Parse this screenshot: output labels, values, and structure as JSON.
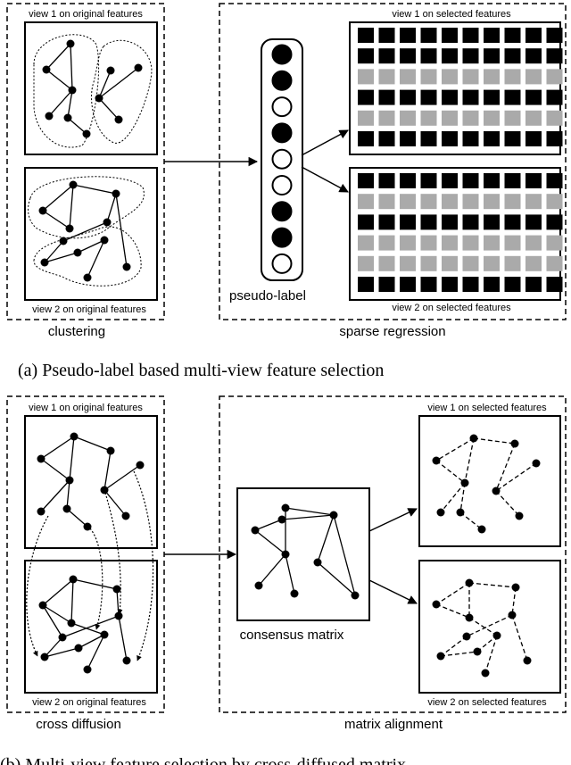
{
  "part_a": {
    "view1_original": "view 1 on original features",
    "view2_original": "view 2 on original features",
    "view1_selected": "view 1 on selected features",
    "view2_selected": "view 2 on selected features",
    "pseudo_label": "pseudo-label",
    "left_caption": "clustering",
    "right_caption": "sparse regression",
    "figure_caption": "(a) Pseudo-label based multi-view feature selection",
    "pseudo_label_states": [
      1,
      1,
      0,
      1,
      0,
      0,
      1,
      1,
      0
    ],
    "matrix_top_rows": [
      1,
      1,
      0,
      1,
      0,
      1
    ],
    "matrix_bottom_rows": [
      1,
      0,
      1,
      0,
      0,
      1
    ],
    "matrix_columns": 10
  },
  "part_b": {
    "view1_original": "view 1 on original features",
    "view2_original": "view 2 on original features",
    "view1_selected": "view 1 on selected features",
    "view2_selected": "view 2 on selected features",
    "consensus": "consensus matrix",
    "left_caption": "cross diffusion",
    "right_caption": "matrix alignment",
    "figure_caption": "(b) Multi-view feature selection by cross-diffused matrix"
  },
  "colors": {
    "dark_cell": "#000000",
    "light_cell": "#aaaaaa"
  }
}
